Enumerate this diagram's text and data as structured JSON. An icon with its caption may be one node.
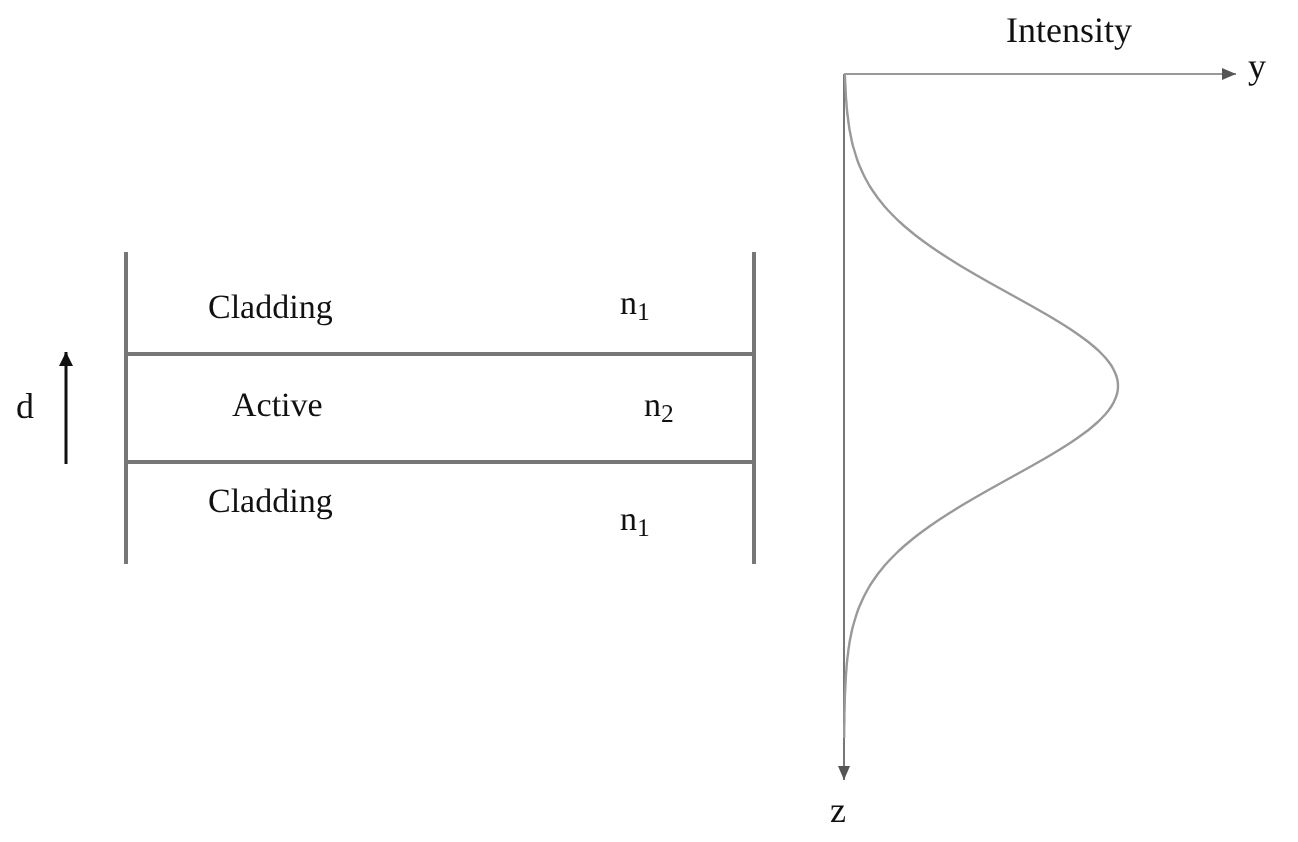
{
  "diagram": {
    "nodes": [
      {
        "text": [
          "Cladding",
          "n$_{1}$"
        ]
      },
      {
        "text": [
          "Active",
          "n$_{2}$"
        ]
      },
      {
        "text": [
          "Cladding",
          "n$_{1}$"
        ]
      }
    ],
    "edges": [],
    "labels": [
      "d",
      "Intensity",
      "y",
      "z"
    ]
  }
}
